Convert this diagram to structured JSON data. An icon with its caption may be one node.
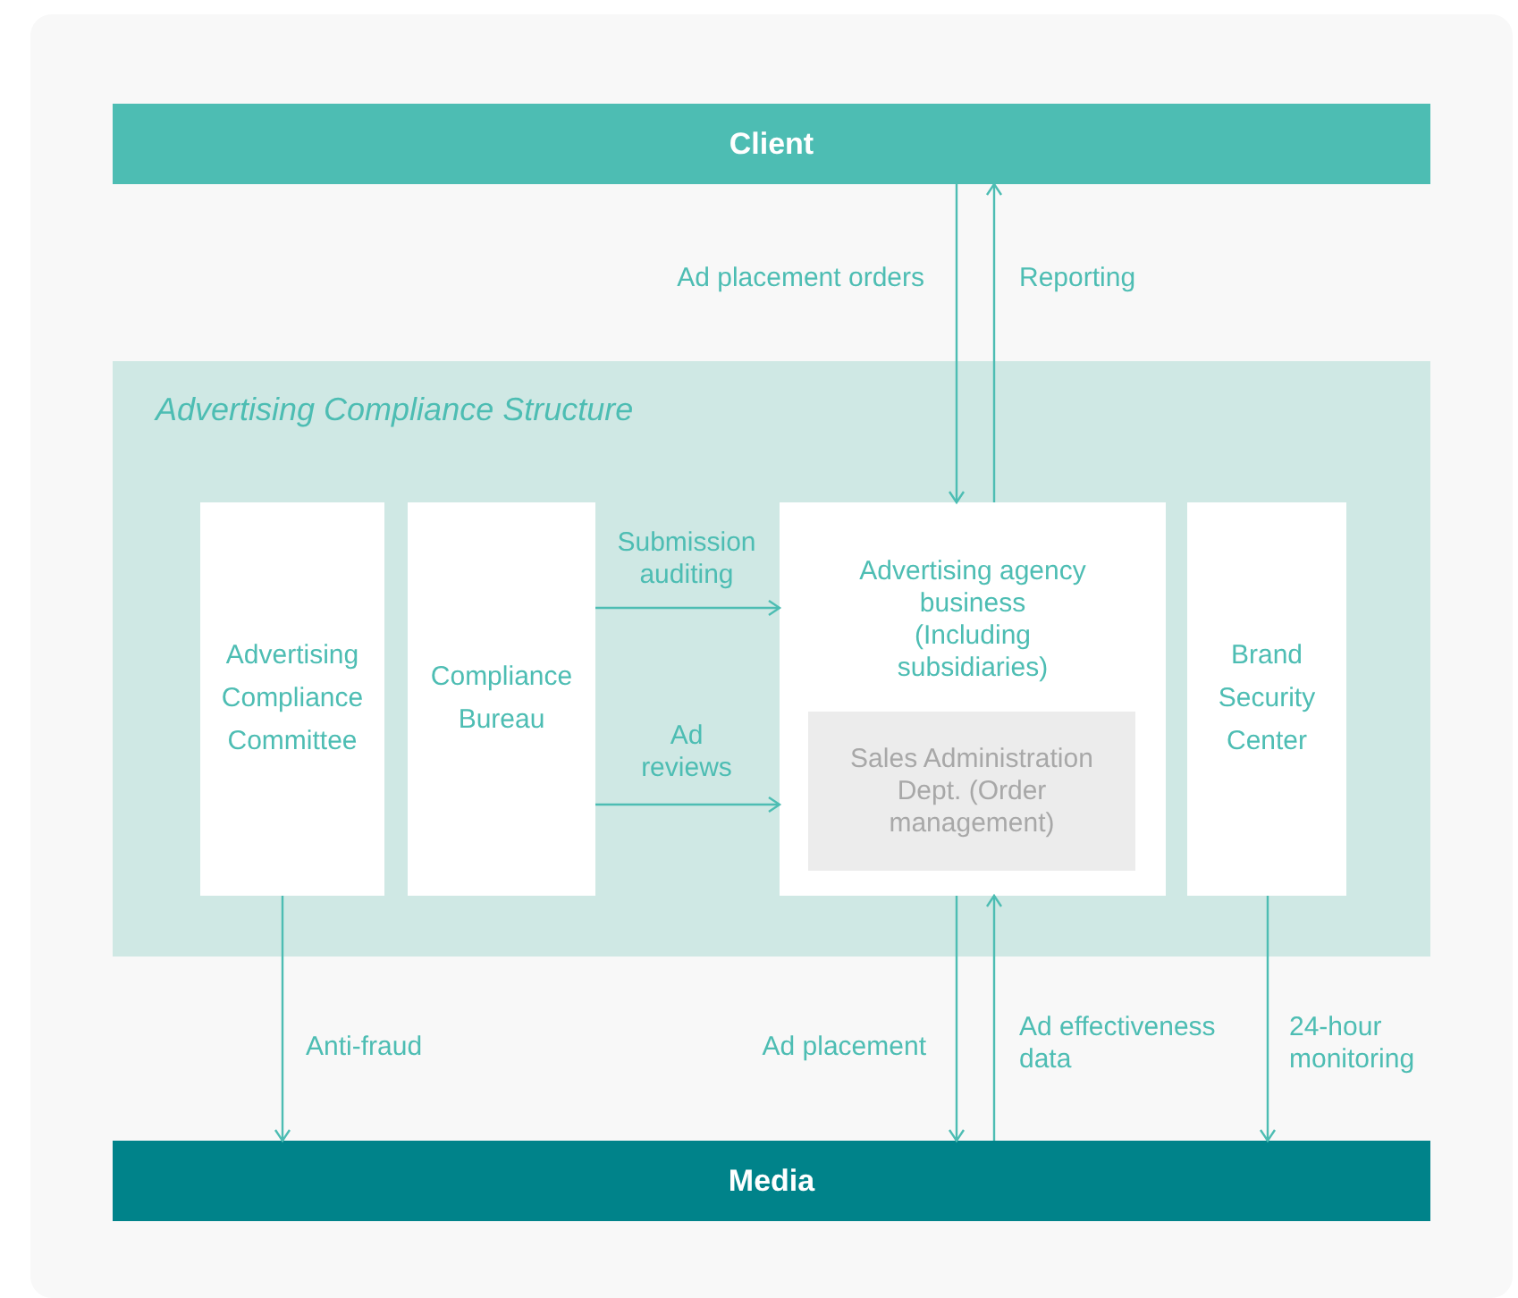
{
  "diagram": {
    "nodes": [
      {
        "text": [
          "Client"
        ]
      },
      {
        "text": [
          "Advertising Compliance Structure"
        ]
      },
      {
        "text": [
          "Advertising Compliance Committee"
        ],
        "in": 1
      },
      {
        "text": [
          "Compliance Bureau"
        ],
        "in": 1
      },
      {
        "text": [
          "Advertising agency business",
          "(Including subsidiaries)"
        ],
        "in": 1
      },
      {
        "text": [
          "Sales Administration Dept. (Order management)"
        ],
        "in": 4
      },
      {
        "text": [
          "Brand Security Center"
        ],
        "in": 1
      },
      {
        "text": [
          "Media"
        ]
      }
    ],
    "edges": [
      {
        "from": 0,
        "to": 4,
        "arrow": "to",
        "label": "Ad placement orders"
      },
      {
        "from": 4,
        "to": 0,
        "arrow": "to",
        "label": "Reporting"
      },
      {
        "from": 3,
        "to": 4,
        "arrow": "to",
        "label": "Submission auditing"
      },
      {
        "from": 3,
        "to": 4,
        "arrow": "to",
        "label": "Ad reviews"
      },
      {
        "from": 2,
        "to": 7,
        "arrow": "to",
        "label": "Anti-fraud"
      },
      {
        "from": 4,
        "to": 7,
        "arrow": "to",
        "label": "Ad placement"
      },
      {
        "from": 7,
        "to": 4,
        "arrow": "to",
        "label": "Ad effectiveness data"
      },
      {
        "from": 6,
        "to": 7,
        "arrow": "to",
        "label": "24-hour monitoring"
      }
    ]
  }
}
